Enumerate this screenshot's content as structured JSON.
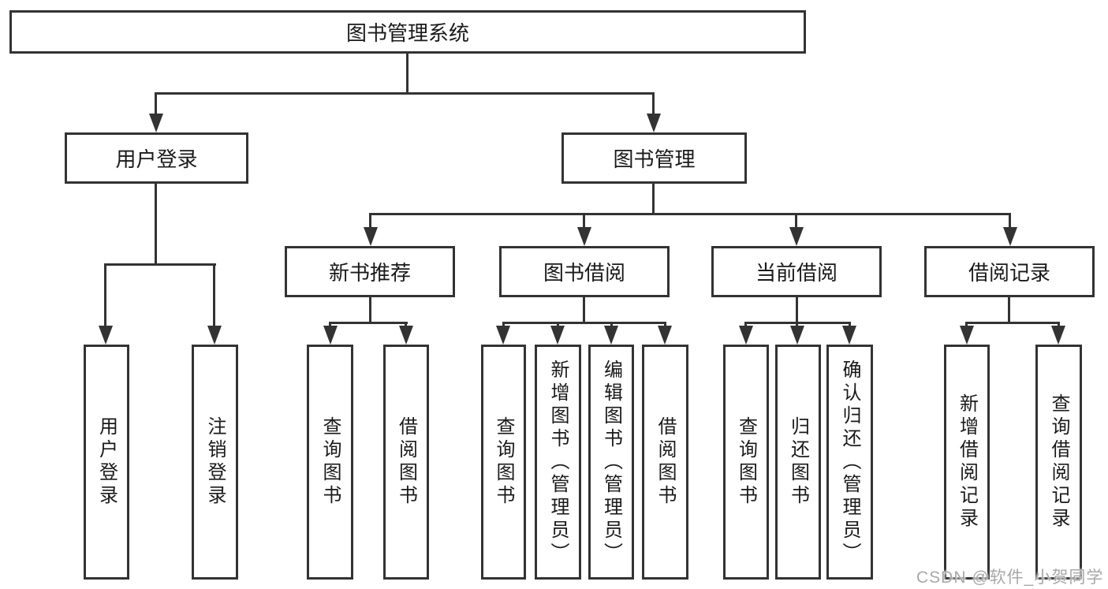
{
  "diagram": {
    "type": "hierarchy-tree",
    "title": "图书管理系统",
    "colors": {
      "line": "#333333",
      "border": "#333333",
      "text": "#1a1a1a",
      "background": "#ffffff",
      "watermark": "#a8a8a8"
    },
    "nodes": {
      "root": "图书管理系统",
      "user_login": "用户登录",
      "book_mgmt": "图书管理",
      "new_book_rec": "新书推荐",
      "book_borrow": "图书借阅",
      "current_borrow": "当前借阅",
      "borrow_record": "借阅记录",
      "ul_user_login": "用户登录",
      "ul_logout": "注销登录",
      "nb_query_book": "查询图书",
      "nb_borrow_book": "借阅图书",
      "bb_query_book": "查询图书",
      "bb_add_book": "新增图书（管理员）",
      "bb_edit_book": "编辑图书（管理员）",
      "bb_borrow_book": "借阅图书",
      "cb_query_book": "查询图书",
      "cb_return_book": "归还图书",
      "cb_confirm_return": "确认归还（管理员）",
      "br_add_record": "新增借阅记录",
      "br_query_record": "查询借阅记录"
    },
    "hierarchy": {
      "图书管理系统": {
        "用户登录": [
          "用户登录",
          "注销登录"
        ],
        "图书管理": {
          "新书推荐": [
            "查询图书",
            "借阅图书"
          ],
          "图书借阅": [
            "查询图书",
            "新增图书（管理员）",
            "编辑图书（管理员）",
            "借阅图书"
          ],
          "当前借阅": [
            "查询图书",
            "归还图书",
            "确认归还（管理员）"
          ],
          "借阅记录": [
            "新增借阅记录",
            "查询借阅记录"
          ]
        }
      }
    }
  },
  "watermark": "CSDN @软件_小贺同学"
}
